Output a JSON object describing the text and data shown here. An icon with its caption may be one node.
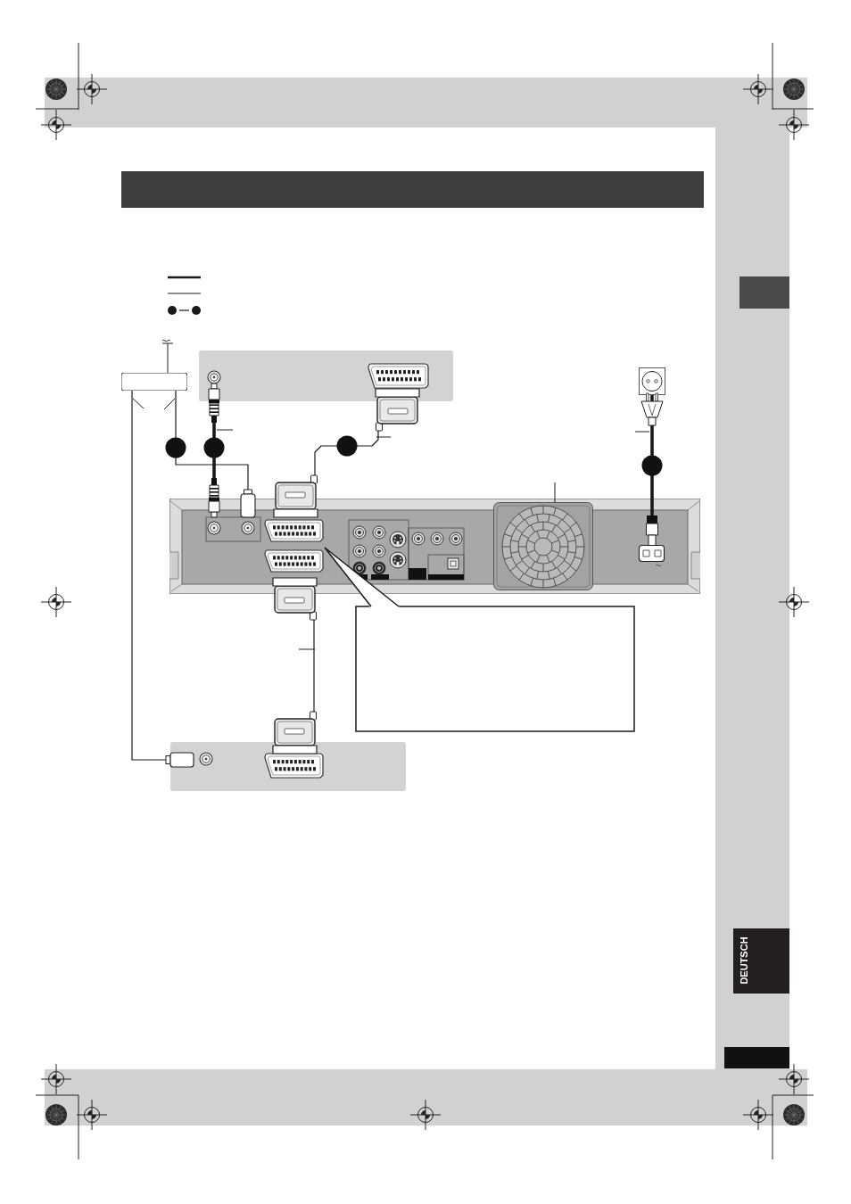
{
  "diagram": {
    "nodes": [
      {
        "text": [],
        "shape": "box"
      },
      {
        "text": [],
        "shape": "box"
      },
      {
        "text": [],
        "shape": "picture"
      },
      {
        "text": [],
        "shape": "box"
      },
      {
        "text": [],
        "shape": "picture",
        "in": 3
      },
      {
        "text": [],
        "shape": "box"
      },
      {
        "text": [],
        "shape": "box"
      }
    ],
    "edges": [
      {
        "from": 0,
        "to": 3,
        "arrow": "other"
      },
      {
        "from": 1,
        "to": 3,
        "arrow": "other",
        "style": "thick"
      },
      {
        "from": 1,
        "to": 3,
        "arrow": "other"
      },
      {
        "from": 2,
        "to": 3,
        "arrow": "other",
        "style": "thick"
      },
      {
        "from": 3,
        "to": 6,
        "arrow": "other"
      },
      {
        "from": 0,
        "to": 6,
        "arrow": "other"
      },
      {
        "from": null,
        "to": 4,
        "arrow": "none"
      }
    ],
    "labels": [
      "DEUTSCH"
    ]
  }
}
